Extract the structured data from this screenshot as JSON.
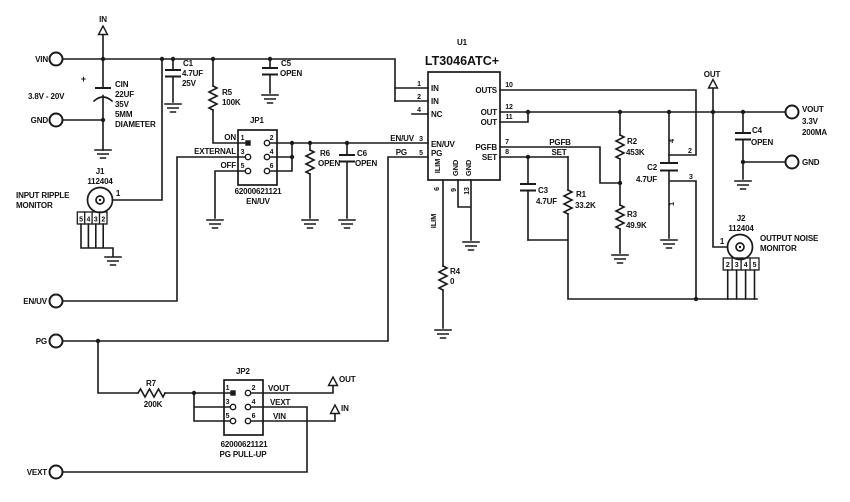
{
  "labels": {
    "in_top": "IN",
    "vin": "VIN",
    "input_range": "3.8V - 20V",
    "gnd_left": "GND",
    "cin_plus": "+",
    "cin_ref": "CIN",
    "cin_val": "22UF",
    "cin_volt": "35V",
    "cin_mm": "5MM",
    "cin_dia": "DIAMETER",
    "j1_ref": "J1",
    "j1_part": "112404",
    "j1_pin1": "1",
    "j1_p5": "5",
    "j1_p4": "4",
    "j1_p3": "3",
    "j1_p2": "2",
    "monitor1a": "INPUT RIPPLE",
    "monitor1b": "MONITOR",
    "c1_ref": "C1",
    "c1_val": "4.7UF",
    "c1_volt": "25V",
    "c5_ref": "C5",
    "c5_val": "OPEN",
    "r5_ref": "R5",
    "r5_val": "100K",
    "jp1_ref": "JP1",
    "jp1_on": "ON",
    "jp1_external": "EXTERNAL",
    "jp1_off": "OFF",
    "jp1_p1": "1",
    "jp1_p2": "2",
    "jp1_p3": "3",
    "jp1_p4": "4",
    "jp1_p5": "5",
    "jp1_p6": "6",
    "jp1_part": "62000621121",
    "jp1_fn": "EN/UV",
    "r6_ref": "R6",
    "r6_val": "OPEN",
    "c6_ref": "C6",
    "c6_val": "OPEN",
    "u1_ref": "U1",
    "u1_part": "LT3046ATC+",
    "u1_p1": "1",
    "u1_p2": "2",
    "u1_p4": "4",
    "u1_p3": "3",
    "u1_p5": "5",
    "u1_in1": "IN",
    "u1_in2": "IN",
    "u1_nc": "NC",
    "u1_enuv": "EN/UV",
    "u1_pg": "PG",
    "u1_ilim": "ILIM",
    "u1_gnd9": "GND",
    "u1_gnd13": "GND",
    "u1_p6": "6",
    "u1_p9": "9",
    "u1_p13": "13",
    "u1_outs": "OUTS",
    "u1_out_a": "OUT",
    "u1_out_b": "OUT",
    "u1_pgfb": "PGFB",
    "u1_set": "SET",
    "u1_p10": "10",
    "u1_p12": "12",
    "u1_p11": "11",
    "u1_p7": "7",
    "u1_p8": "8",
    "net_enuv": "EN/UV",
    "net_pg": "PG",
    "net_pgfb": "PGFB",
    "net_set": "SET",
    "net_ilim": "ILIM",
    "r4_ref": "R4",
    "r4_val": "0",
    "c3_ref": "C3",
    "c3_val": "4.7UF",
    "r1_ref": "R1",
    "r1_val": "33.2K",
    "r2_ref": "R2",
    "r2_val": "453K",
    "r3_ref": "R3",
    "r3_val": "49.9K",
    "c2_ref": "C2",
    "c2_val": "4.7UF",
    "c2_p4": "4",
    "c2_p2": "2",
    "c2_p3": "3",
    "c2_p1": "1",
    "out_top": "OUT",
    "c4_ref": "C4",
    "c4_val": "OPEN",
    "vout": "VOUT",
    "vout_v": "3.3V",
    "vout_i": "200MA",
    "gnd_right": "GND",
    "j2_ref": "J2",
    "j2_part": "112404",
    "j2_pin1": "1",
    "monitor2a": "OUTPUT NOISE",
    "monitor2b": "MONITOR",
    "j2_p2": "2",
    "j2_p3": "3",
    "j2_p4": "4",
    "j2_p5": "5",
    "enuv_term": "EN/UV",
    "pg_term": "PG",
    "vext_term": "VEXT",
    "r7_ref": "R7",
    "r7_val": "200K",
    "jp2_ref": "JP2",
    "jp2_p1": "1",
    "jp2_p2": "2",
    "jp2_p3": "3",
    "jp2_p4": "4",
    "jp2_p5": "5",
    "jp2_p6": "6",
    "jp2_vout": "VOUT",
    "jp2_vext": "VEXT",
    "jp2_vin": "VIN",
    "out_bot": "OUT",
    "in_bot": "IN",
    "jp2_part": "62000621121",
    "jp2_fn": "PG PULL-UP"
  }
}
